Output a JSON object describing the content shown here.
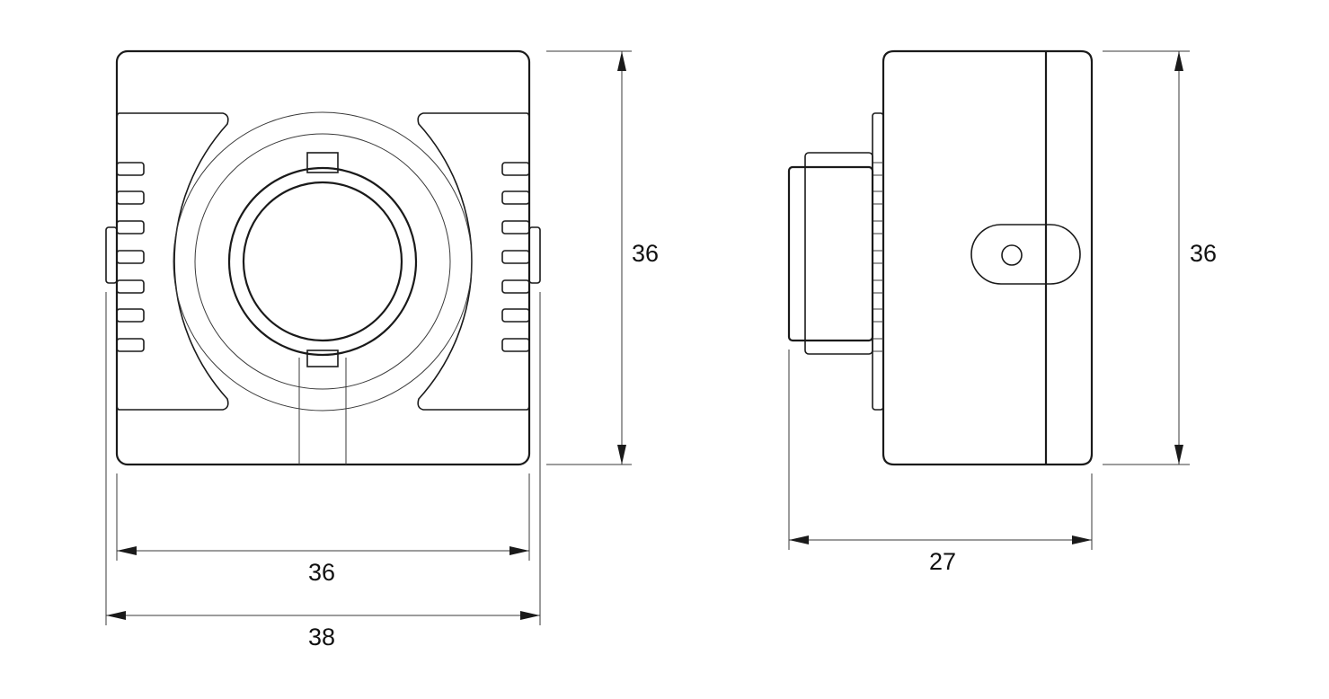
{
  "drawing": {
    "front_view": {
      "dimensions": {
        "height": "36",
        "body_width": "36",
        "overall_width": "38"
      }
    },
    "side_view": {
      "dimensions": {
        "height": "36",
        "depth": "27"
      }
    },
    "colors": {
      "line": "#1a1a1a",
      "background": "#ffffff"
    }
  }
}
